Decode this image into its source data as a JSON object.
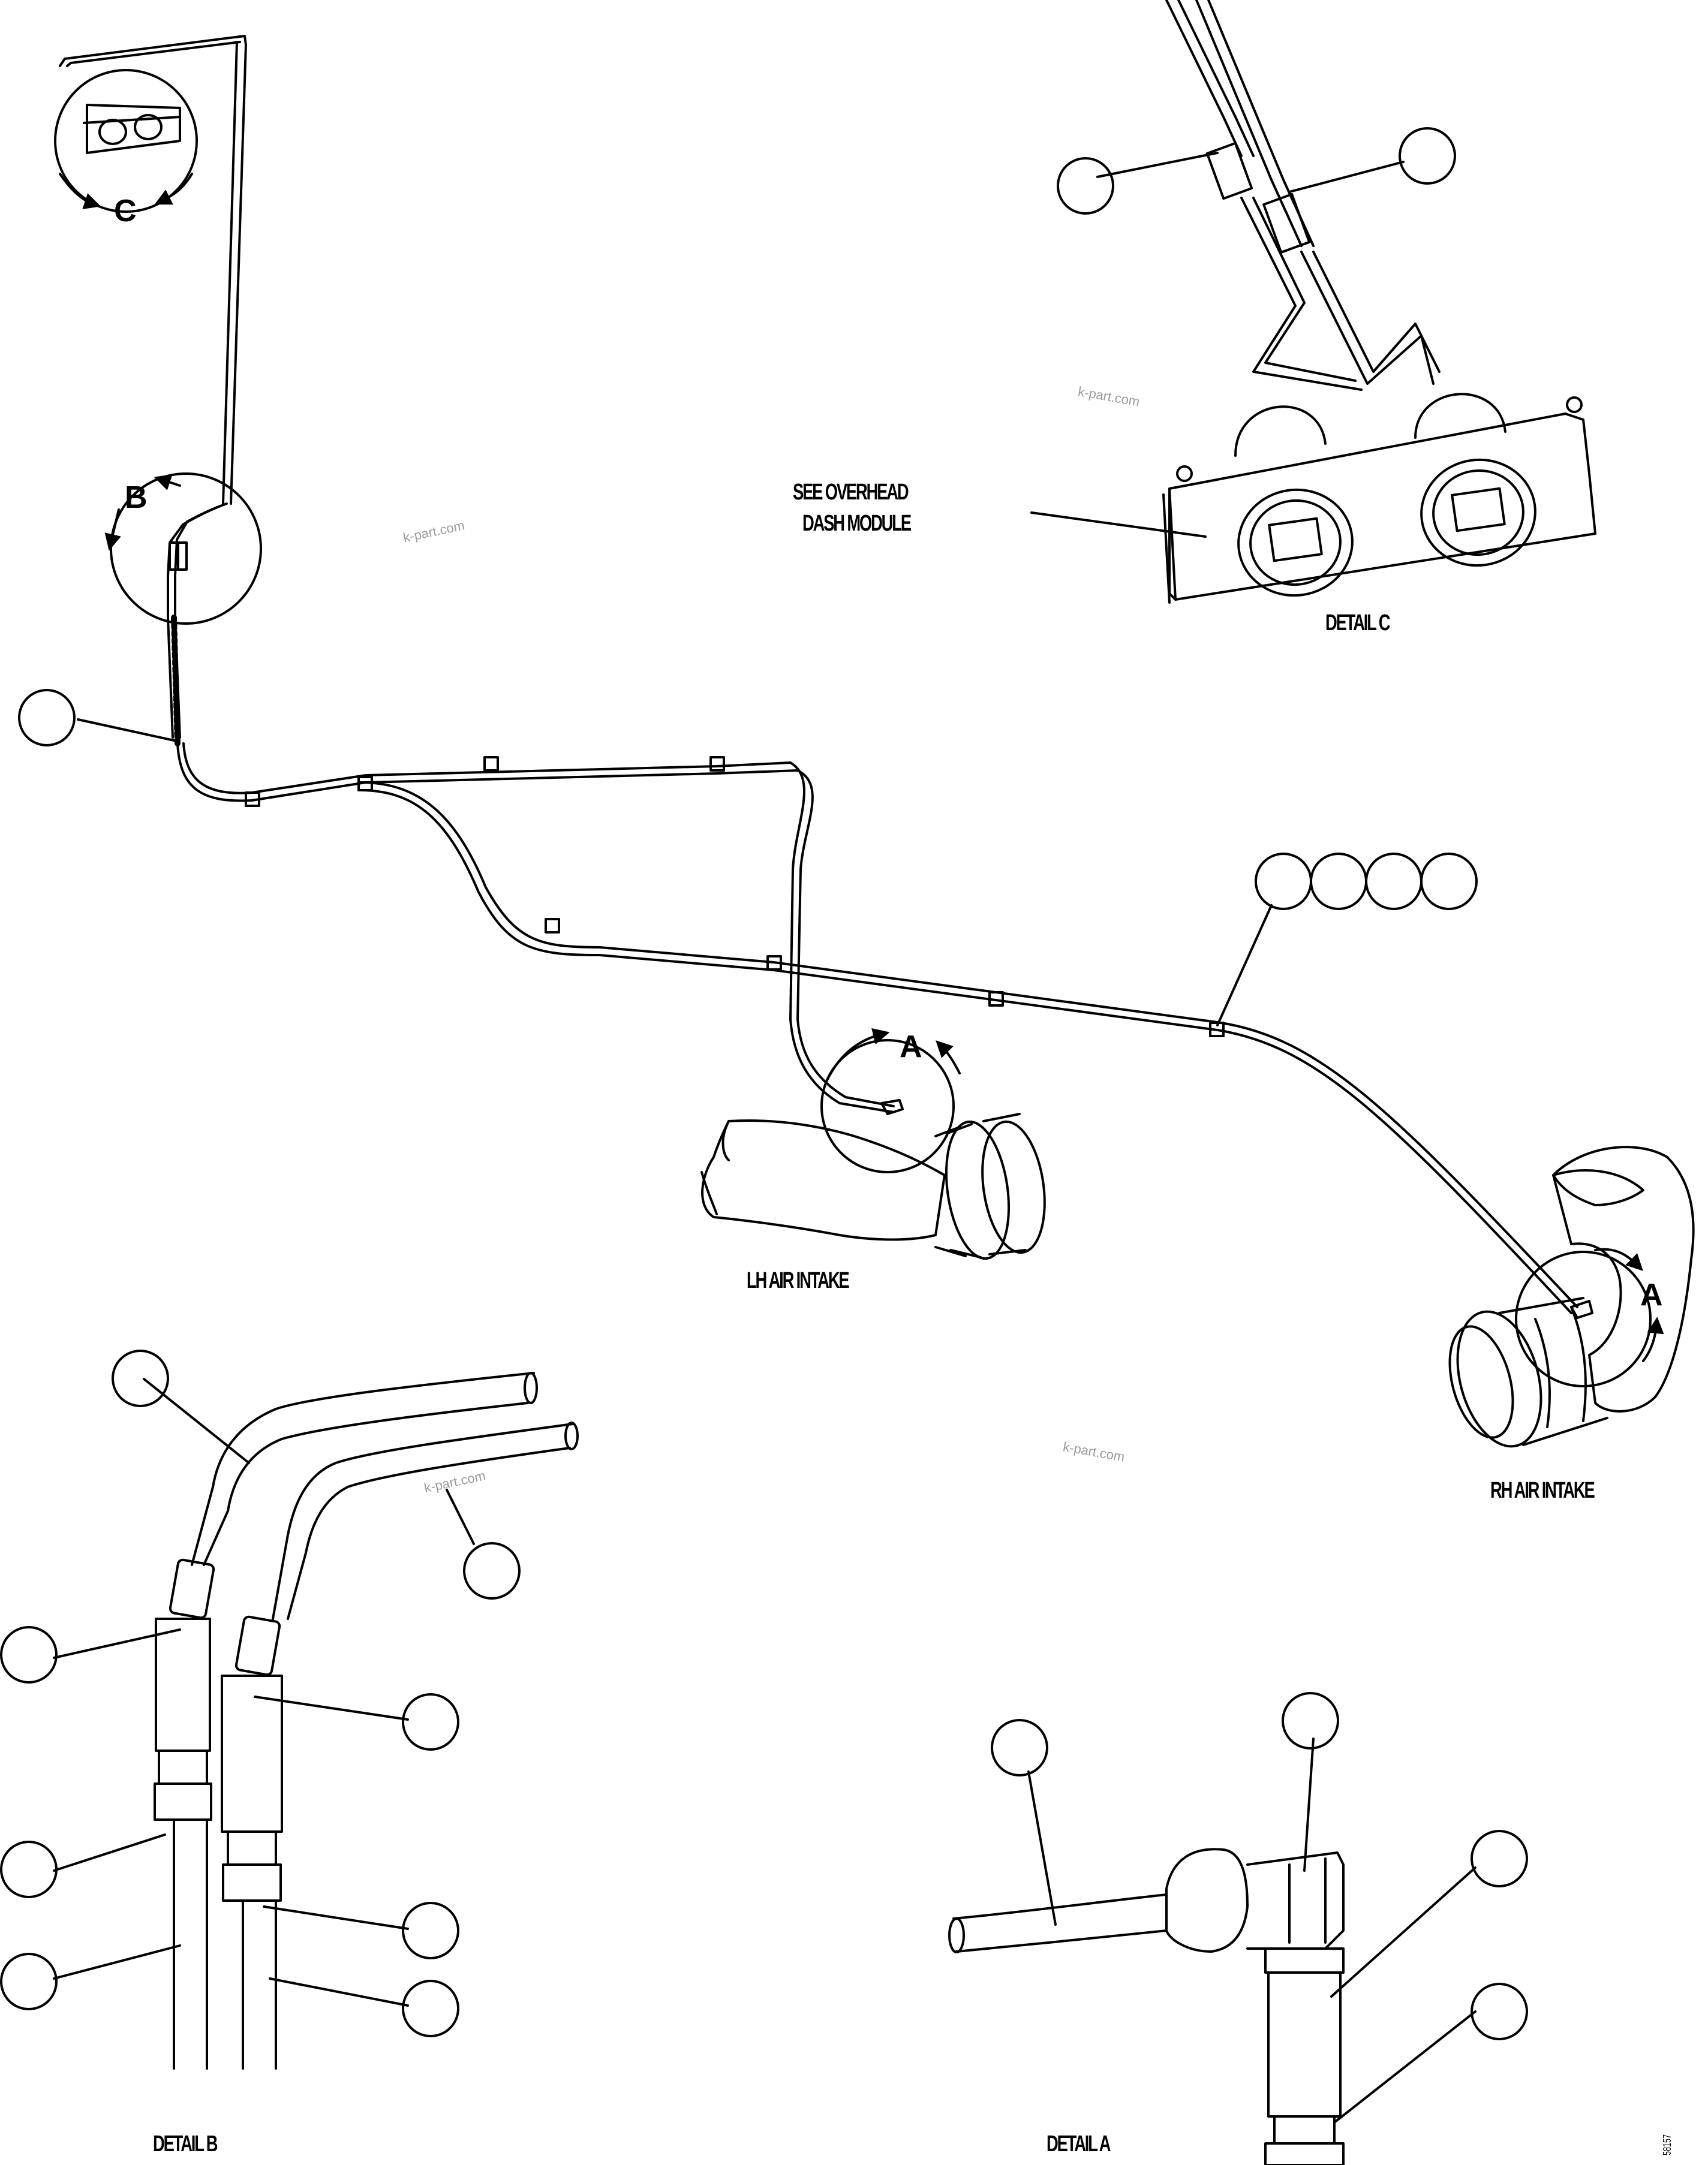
{
  "labels": {
    "see_overhead_line1": "SEE OVERHEAD",
    "see_overhead_line2": "DASH MODULE",
    "detail_c": "DETAIL C",
    "detail_b": "DETAIL B",
    "detail_a": "DETAIL A",
    "lh_air_intake": "LH AIR INTAKE",
    "rh_air_intake": "RH AIR INTAKE",
    "view_c": "C",
    "view_b": "B",
    "view_a_left": "A",
    "view_a_right": "A",
    "drawing_number": "58157"
  },
  "watermarks": [
    "k-part.com",
    "k-part.com",
    "k-part.com",
    "k-part.com"
  ]
}
